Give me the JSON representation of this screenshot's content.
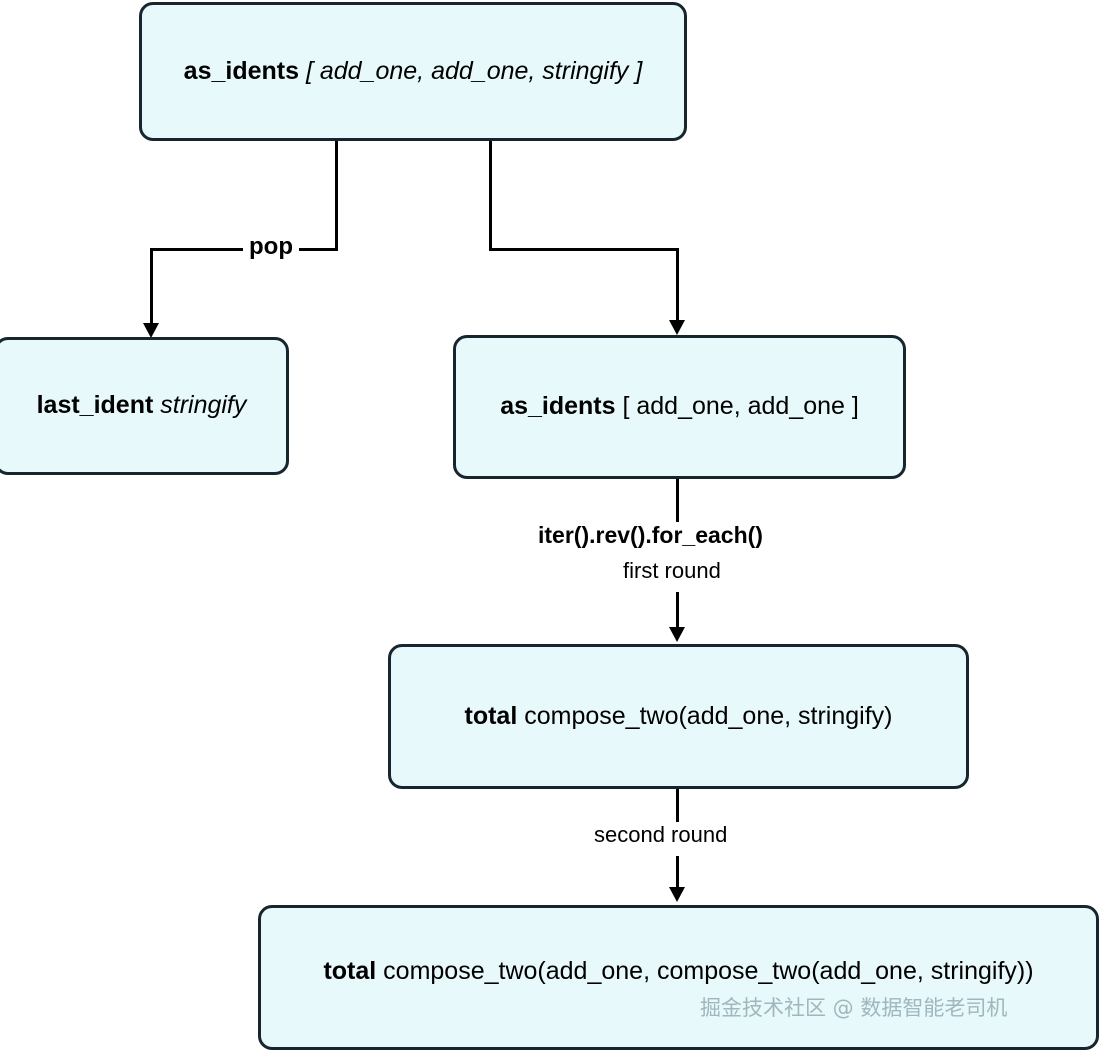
{
  "diagram": {
    "title_text": "",
    "colors": {
      "node_fill": "#e7f9fa",
      "node_border": "#17262e",
      "connector": "#000000",
      "watermark": "#9fb7bd",
      "background": "#ffffff"
    },
    "nodes": [
      {
        "id": "as_idents_three",
        "bold_label": "as_idents",
        "italic_value": "[ add_one, add_one, stringify ]",
        "plain_value": ""
      },
      {
        "id": "last_ident",
        "bold_label": "last_ident",
        "italic_value": "stringify",
        "plain_value": ""
      },
      {
        "id": "as_idents_two",
        "bold_label": "as_idents",
        "italic_value": "",
        "plain_value": "[ add_one, add_one ]"
      },
      {
        "id": "total_first",
        "bold_label": "total",
        "italic_value": "",
        "plain_value": "compose_two(add_one, stringify)"
      },
      {
        "id": "total_second",
        "bold_label": "total",
        "italic_value": "",
        "plain_value": "compose_two(add_one, compose_two(add_one, stringify))"
      }
    ],
    "edge_labels": {
      "pop": "pop",
      "iter_rev_for_each": "iter().rev().for_each()",
      "first_round": "first round",
      "second_round": "second round"
    },
    "watermark": "掘金技术社区 @ 数据智能老司机"
  }
}
